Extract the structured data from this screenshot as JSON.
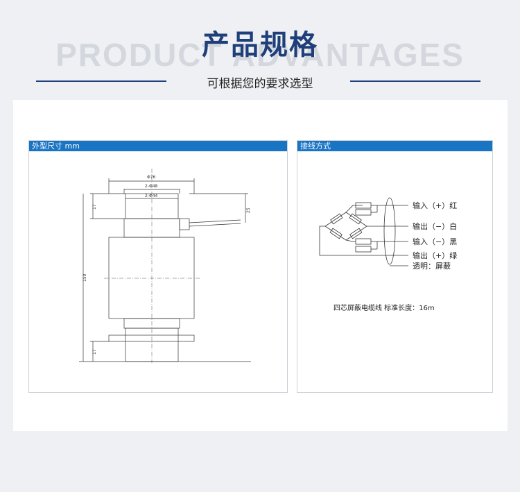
{
  "header": {
    "bg_word": "PRODUCT ADVANTAGES",
    "title": "产品规格",
    "subtitle": "可根据您的要求选型"
  },
  "left_panel": {
    "title": "外型尺寸 mm",
    "dims": {
      "outer_dia": "Φ76",
      "dia_48": "2-Φ48",
      "dia_44": "2-Φ44",
      "h_top": "17",
      "h_cable": "25",
      "h_total": "150",
      "h_bottom": "17"
    }
  },
  "right_panel": {
    "title": "接线方式",
    "wires": [
      "输入（+）红",
      "输出（−）白",
      "输入（−）黑",
      "输出（+）绿",
      "透明：屏蔽"
    ],
    "note": "四芯屏蔽电缆线 标准长度：16m"
  }
}
